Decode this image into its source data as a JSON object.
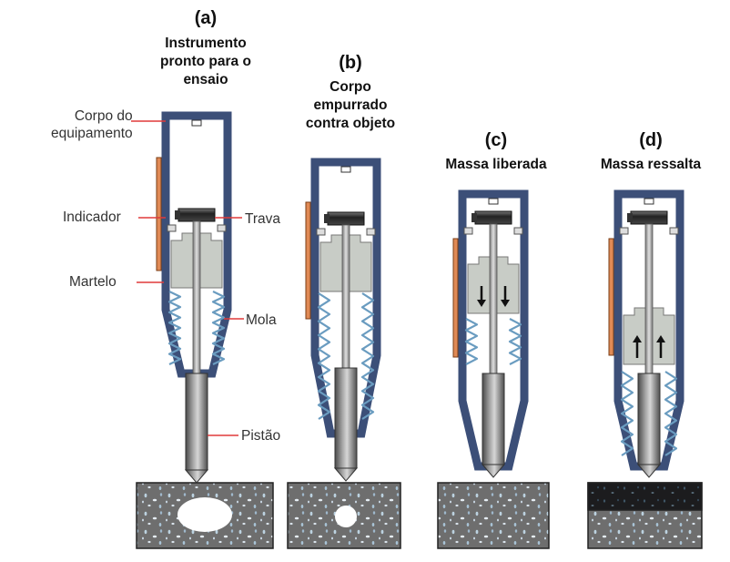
{
  "panels": [
    {
      "letter": "(a)",
      "caption": [
        "Instrumento",
        "pronto para o",
        "ensaio"
      ]
    },
    {
      "letter": "(b)",
      "caption": [
        "Corpo",
        "empurrado",
        "contra objeto"
      ]
    },
    {
      "letter": "(c)",
      "caption": [
        "Massa liberada"
      ]
    },
    {
      "letter": "(d)",
      "caption": [
        "Massa ressalta"
      ]
    }
  ],
  "labels": {
    "body": [
      "Corpo do",
      "equipamento"
    ],
    "indicator": "Indicador",
    "lock": "Trava",
    "hammer": "Martelo",
    "spring": "Mola",
    "piston": "Pistão"
  },
  "colors": {
    "housing": "#3c4f78",
    "hammer": "#c8ccc6",
    "spring": "#6a9cc0",
    "indicator": "#e08a55",
    "leader": "#e03a3a",
    "piston": "#6e6e6e",
    "concrete": "#6f6f6f"
  }
}
